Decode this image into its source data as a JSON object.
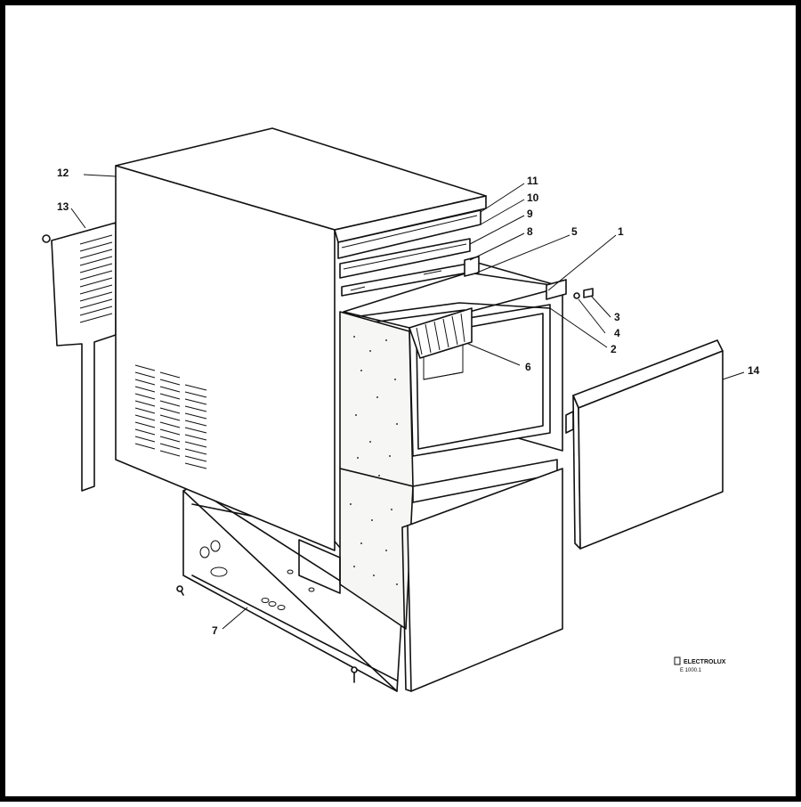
{
  "callouts": [
    {
      "id": "1",
      "label": "1"
    },
    {
      "id": "2",
      "label": "2"
    },
    {
      "id": "3",
      "label": "3"
    },
    {
      "id": "4",
      "label": "4"
    },
    {
      "id": "5",
      "label": "5"
    },
    {
      "id": "6",
      "label": "6"
    },
    {
      "id": "7",
      "label": "7"
    },
    {
      "id": "8",
      "label": "8"
    },
    {
      "id": "9",
      "label": "9"
    },
    {
      "id": "10",
      "label": "10"
    },
    {
      "id": "11",
      "label": "11"
    },
    {
      "id": "12",
      "label": "12"
    },
    {
      "id": "13",
      "label": "13"
    },
    {
      "id": "14",
      "label": "14"
    }
  ],
  "logo": {
    "brand": "ELECTROLUX",
    "code": "E 1000.1"
  }
}
